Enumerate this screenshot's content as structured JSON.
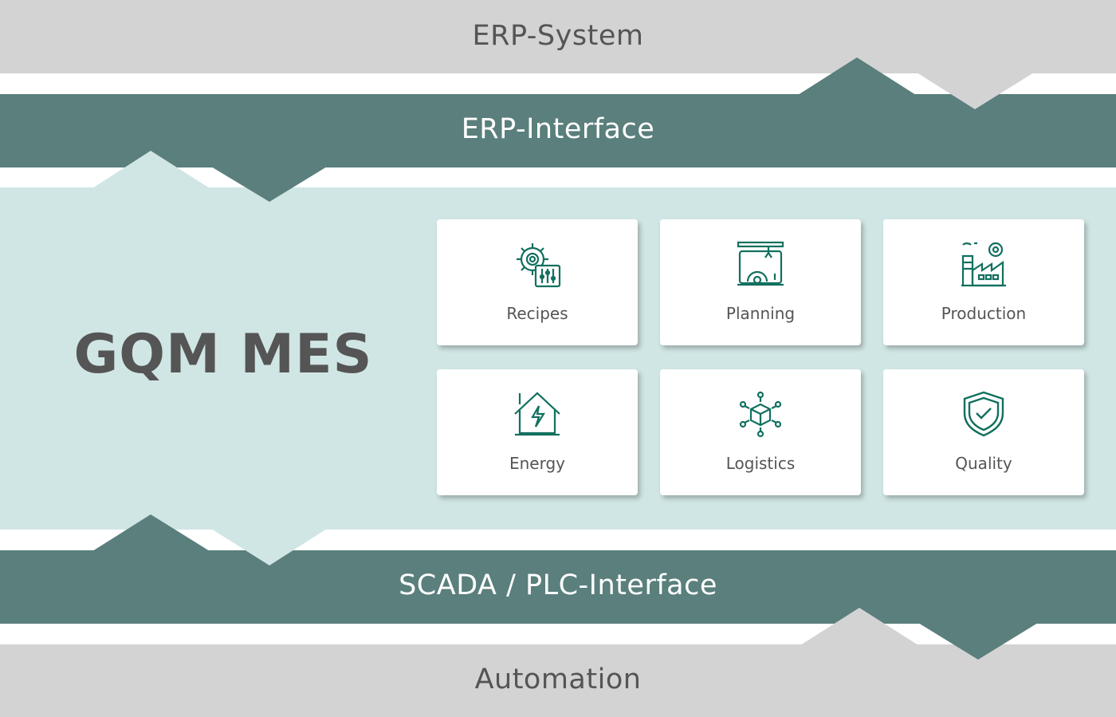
{
  "layers": {
    "erp_system": "ERP-System",
    "erp_interface": "ERP-Interface",
    "scada_interface": "SCADA / PLC-Interface",
    "automation": "Automation"
  },
  "mes": {
    "title": "GQM MES",
    "modules": [
      {
        "label": "Recipes",
        "icon": "gear-sliders-icon"
      },
      {
        "label": "Planning",
        "icon": "robot-arm-gear-icon"
      },
      {
        "label": "Production",
        "icon": "factory-gear-icon"
      },
      {
        "label": "Energy",
        "icon": "house-lightning-icon"
      },
      {
        "label": "Logistics",
        "icon": "network-box-icon"
      },
      {
        "label": "Quality",
        "icon": "shield-check-icon"
      }
    ]
  },
  "colors": {
    "gray": "#d3d3d3",
    "teal": "#5a7f7c",
    "light": "#d0e6e4",
    "icon": "#12705f",
    "text": "#555555"
  }
}
